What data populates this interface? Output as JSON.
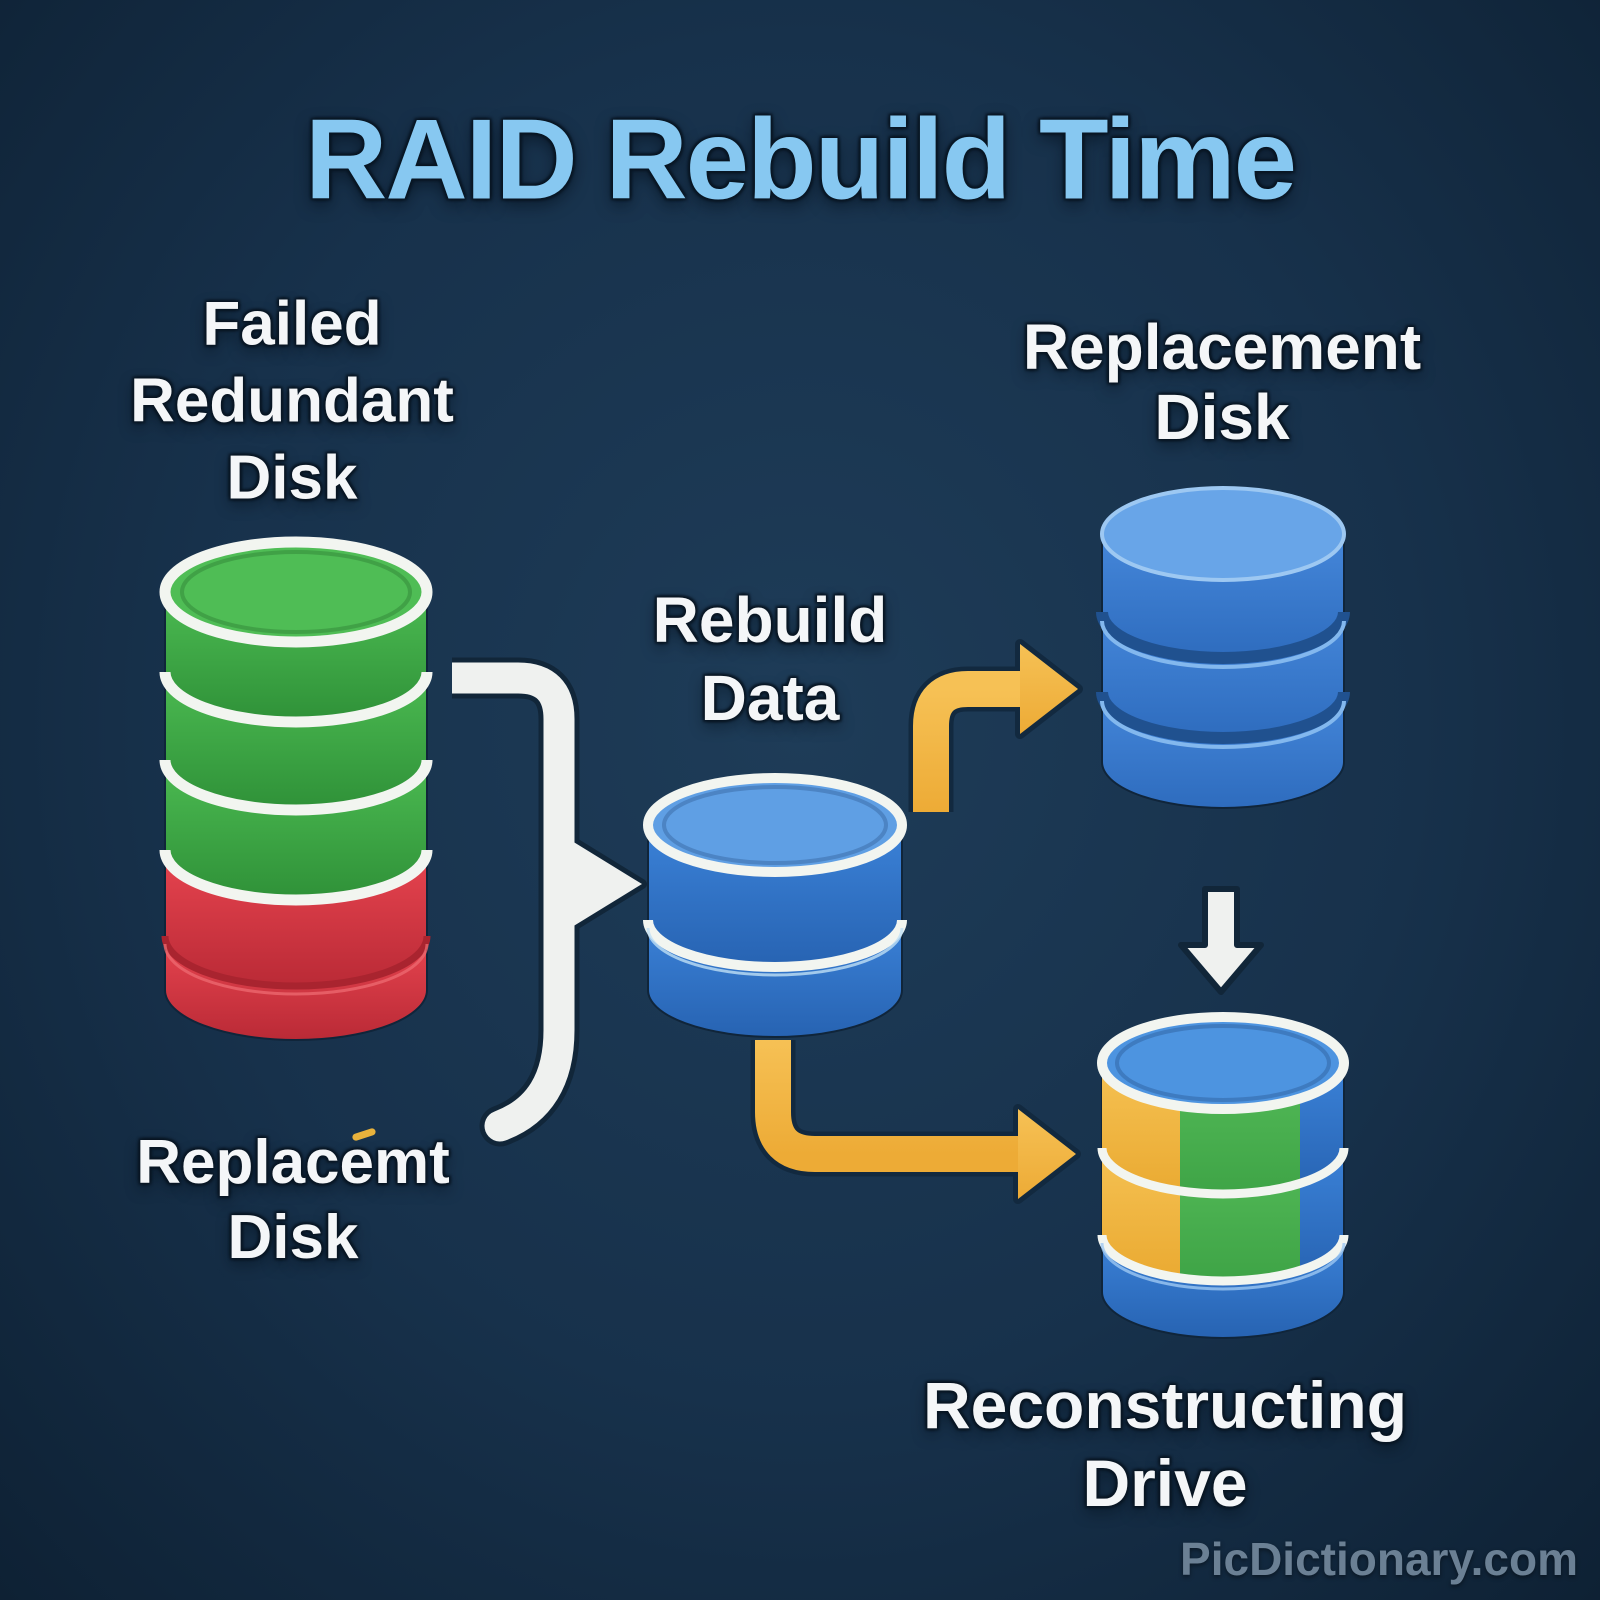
{
  "title": "RAID Rebuild Time",
  "watermark": "PicDictionary.com",
  "labels": {
    "failed_disk": {
      "lines": [
        "Failed",
        "Redundant",
        "Disk"
      ]
    },
    "rebuild_data": {
      "lines": [
        "Rebuild",
        "Data"
      ]
    },
    "replacement_disk": {
      "lines": [
        "Replacement",
        "Disk"
      ]
    },
    "replacement_disk_lower": {
      "lines": [
        "Replacemt",
        "Disk"
      ]
    },
    "reconstructing_drive": {
      "lines": [
        "Reconstructing",
        "Drive"
      ]
    }
  },
  "colors": {
    "background": "#17314b",
    "title": "#87c8f1",
    "label_text": "#f4f6f8",
    "healthy_green": "#3fae46",
    "failed_red": "#e23744",
    "disk_blue": "#3578cd",
    "arrow_yellow": "#f2b844",
    "arrow_white": "#eff1ef",
    "stripe_yellow": "#f0b43e",
    "stripe_green": "#4cb152",
    "watermark": "#6b8094"
  }
}
